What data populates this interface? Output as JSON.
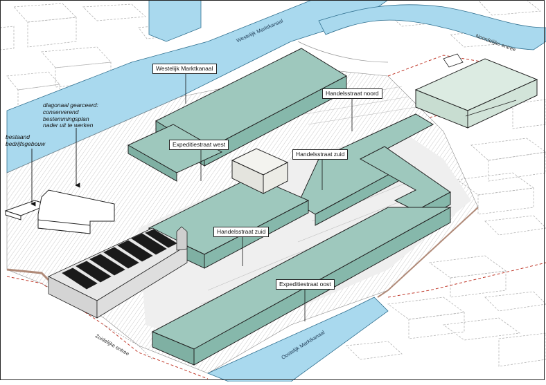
{
  "labels": {
    "westelijk_marktkanaal_box": "Westelijk Marktkanaal",
    "handelsstraat_noord": "Handelsstraat noord",
    "expeditiestraat_west": "Expeditiestraat west",
    "handelsstraat_zuid_upper": "Handelsstraat zuid",
    "handelsstraat_zuid_lower": "Handelsstraat zuid",
    "expeditiestraat_oost": "Expeditiestraat oost",
    "diagonaal_line1": "diagonaal gearceerd:",
    "diagonaal_line2": "conserverend",
    "diagonaal_line3": "bestemmingsplan",
    "diagonaal_line4": "nader uit te werken",
    "bestaand_line1": "bestaand",
    "bestaand_line2": "bedrijfsgebouw",
    "canal_west": "Westelijk Marktkanaal",
    "canal_oost": "Oostelijk Marktkanaal",
    "entree_noord": "Noordelijke entree",
    "entree_zuid": "Zuidelijke entree"
  },
  "colors": {
    "water": "#a9d9ee",
    "block_top": "#9ec8bd",
    "block_side": "#7fb0a3",
    "block_light": "#dcebe2",
    "ground": "#f2f2f2",
    "outline": "#222222",
    "building_lines": "#8a8a8a",
    "boundary_red": "#c0392b",
    "edge_brown": "#b08a78"
  }
}
